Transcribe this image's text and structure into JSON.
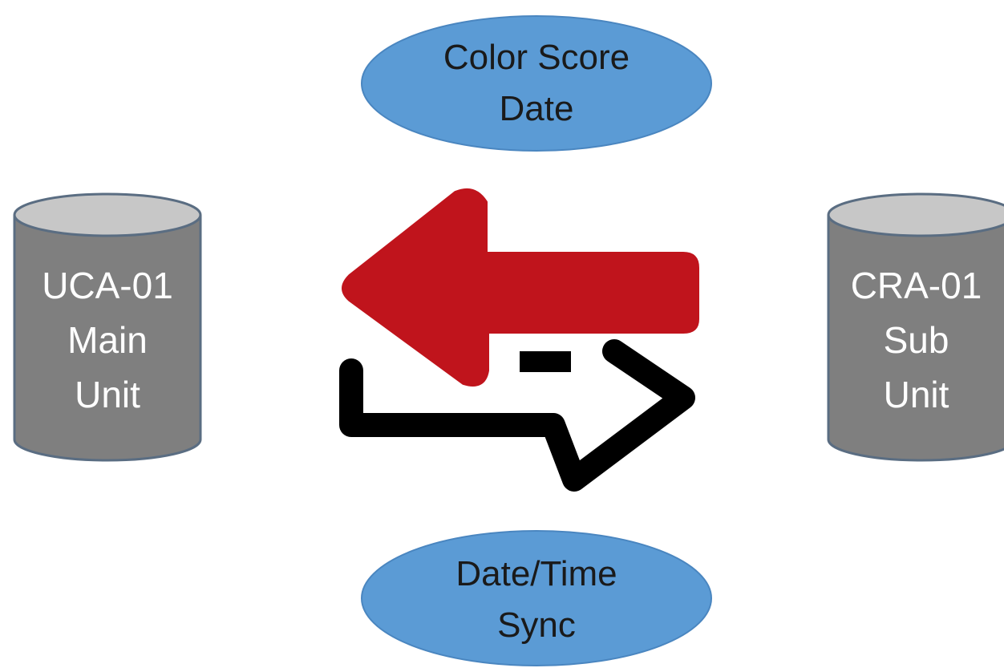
{
  "diagram": {
    "top_ellipse": {
      "lines": [
        "Color Score",
        "Date"
      ],
      "fill": "#5b9bd5"
    },
    "bottom_ellipse": {
      "lines": [
        "Date/Time",
        "Sync"
      ],
      "fill": "#5b9bd5"
    },
    "left_database": {
      "lines": [
        "UCA-01",
        "Main",
        "Unit"
      ],
      "fill": "#7f7f7f"
    },
    "right_database": {
      "lines": [
        "CRA-01",
        "Sub",
        "Unit"
      ],
      "fill": "#7f7f7f"
    },
    "arrows": {
      "left_arrow": {
        "icon": "arrow-left-icon",
        "color": "#c0141c"
      },
      "right_arrow": {
        "icon": "arrow-right-outline-icon",
        "color": "#000000"
      }
    }
  }
}
